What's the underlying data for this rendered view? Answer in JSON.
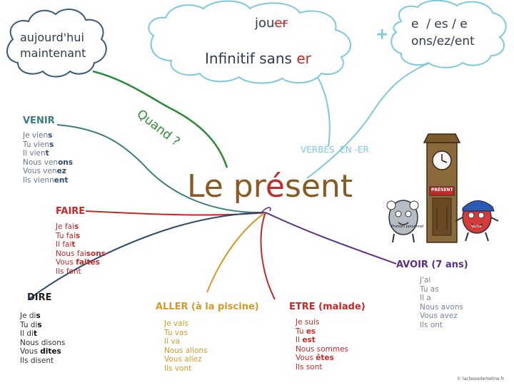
{
  "cloud_time": {
    "line1": "aujourd'hui",
    "line2": "maintenant"
  },
  "cloud_form": {
    "top_prefix": "jou",
    "top_struck": "er",
    "main": "Infinitif sans ",
    "main_red": "er"
  },
  "cloud_endings": {
    "line1": "e  / es / e",
    "line2": "ons/ez/ent"
  },
  "plus_sign": "+",
  "quand_label": "Quand ?",
  "verbes_label": "VERBES  EN -ER",
  "title": {
    "part1": "Le pr",
    "accent": "é",
    "part2": "sent"
  },
  "colors": {
    "brown": "#8a5a22",
    "red": "#c22a2a",
    "teal": "#3b7d7d",
    "green": "#2e8b3a",
    "lightblue": "#7ec8dc",
    "navy": "#2e4a6a",
    "purple": "#5d2f82",
    "orange": "#d39a2a"
  },
  "verbs": {
    "venir": {
      "title": "VENIR",
      "lines": [
        {
          "stem": "Je vien",
          "end": "s"
        },
        {
          "stem": "Tu vien",
          "end": "s"
        },
        {
          "stem": "Il vien",
          "end": "t"
        },
        {
          "stem": "Nous ven",
          "end": "ons"
        },
        {
          "stem": "Vous ven",
          "end": "ez"
        },
        {
          "stem": "Ils vienn",
          "end": "ent"
        }
      ]
    },
    "faire": {
      "title": "FAIRE",
      "lines": [
        {
          "stem": "Je fai",
          "end": "s"
        },
        {
          "stem": "Tu fai",
          "end": "s"
        },
        {
          "stem": "Il fai",
          "end": "t"
        },
        {
          "stem": "Nous fai",
          "end": "sons"
        },
        {
          "stem": "Vous ",
          "end": "faites"
        },
        {
          "stem": "Ils font",
          "end": ""
        }
      ]
    },
    "dire": {
      "title": "DIRE",
      "lines": [
        {
          "stem": "Je di",
          "end": "s"
        },
        {
          "stem": "Tu di",
          "end": "s"
        },
        {
          "stem": "Il di",
          "end": "t"
        },
        {
          "stem": "Nous disons",
          "end": ""
        },
        {
          "stem": "Vous ",
          "end": "dites"
        },
        {
          "stem": "Ils disent",
          "end": ""
        }
      ]
    },
    "aller": {
      "title": "ALLER (à la piscine)",
      "lines": [
        "Je vais",
        "Tu vas",
        "Il va",
        "Nous allons",
        "Vous allez",
        "Ils vont"
      ]
    },
    "etre": {
      "title": "ETRE (malade)",
      "lines": [
        {
          "stem": "Je suis",
          "end": ""
        },
        {
          "stem": "Tu ",
          "end": "es"
        },
        {
          "stem": "Il ",
          "end": "est"
        },
        {
          "stem": "Nous sommes",
          "end": ""
        },
        {
          "stem": "Vous ",
          "end": "êtes"
        },
        {
          "stem": "Ils sont",
          "end": ""
        }
      ]
    },
    "avoir": {
      "title": "AVOIR (7 ans)",
      "lines": [
        "J'ai",
        "Tu as",
        "Il a",
        "Nous avons",
        "Vous avez",
        "Ils ont"
      ]
    }
  },
  "clock_sign": "PRÉSENT",
  "char_left_label": "Pronom personnel",
  "char_right_label": "Verbe",
  "credit": "© laclassedemeline.fr"
}
